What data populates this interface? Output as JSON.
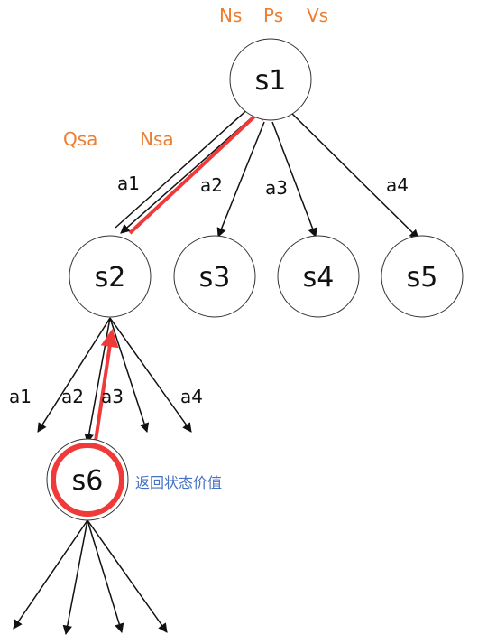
{
  "diagram": {
    "root": {
      "label": "s1",
      "stats": [
        "Ns",
        "Ps",
        "Vs"
      ]
    },
    "edge_stats": [
      "Qsa",
      "Nsa"
    ],
    "level1": {
      "nodes": [
        "s2",
        "s3",
        "s4",
        "s5"
      ],
      "actions": [
        "a1",
        "a2",
        "a3",
        "a4"
      ]
    },
    "level2": {
      "node": "s6",
      "actions": [
        "a1",
        "a2",
        "a3",
        "a4"
      ],
      "annotation": "返回状态价值"
    },
    "colors": {
      "stat_labels": "#ED7D31",
      "highlight": "#F03A3A",
      "annotation": "#4472C4"
    }
  }
}
